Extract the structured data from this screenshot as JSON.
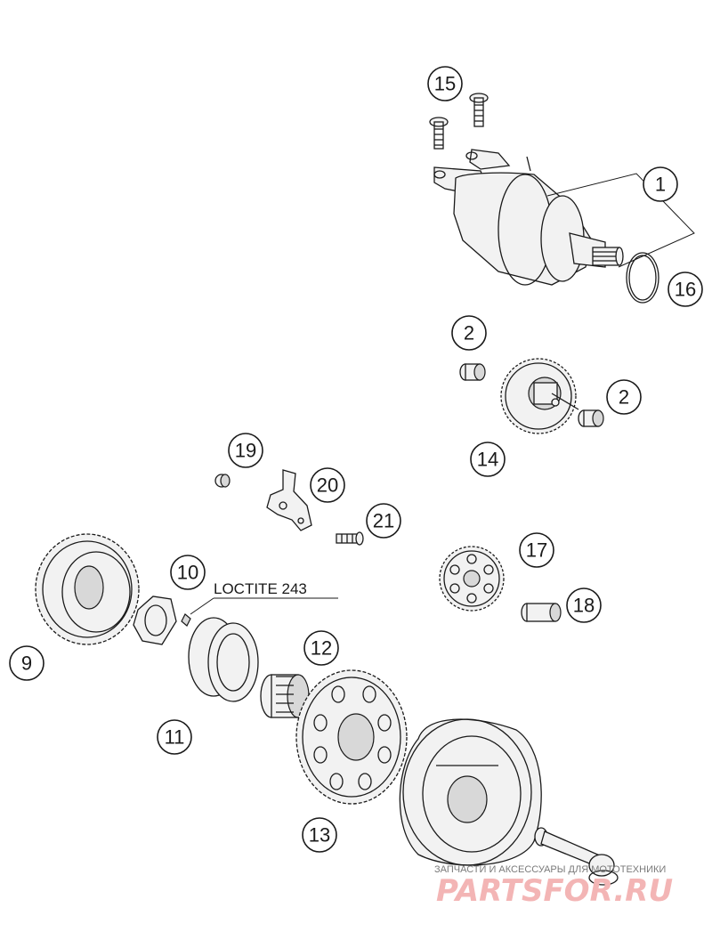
{
  "diagram": {
    "callouts": [
      {
        "id": "c1",
        "label": "1"
      },
      {
        "id": "c2a",
        "label": "2"
      },
      {
        "id": "c2b",
        "label": "2"
      },
      {
        "id": "c9",
        "label": "9"
      },
      {
        "id": "c10",
        "label": "10"
      },
      {
        "id": "c11",
        "label": "11"
      },
      {
        "id": "c12",
        "label": "12"
      },
      {
        "id": "c13",
        "label": "13"
      },
      {
        "id": "c14",
        "label": "14"
      },
      {
        "id": "c15",
        "label": "15"
      },
      {
        "id": "c16",
        "label": "16"
      },
      {
        "id": "c17",
        "label": "17"
      },
      {
        "id": "c18",
        "label": "18"
      },
      {
        "id": "c19",
        "label": "19"
      },
      {
        "id": "c20",
        "label": "20"
      },
      {
        "id": "c21",
        "label": "21"
      }
    ],
    "loctite_note": "LOCTITE 243"
  },
  "watermark": {
    "tagline": "ЗАПЧАСТИ И АКСЕССУАРЫ ДЛЯ МОТОТЕХНИКИ",
    "brand": "PARTSFOR.RU"
  }
}
